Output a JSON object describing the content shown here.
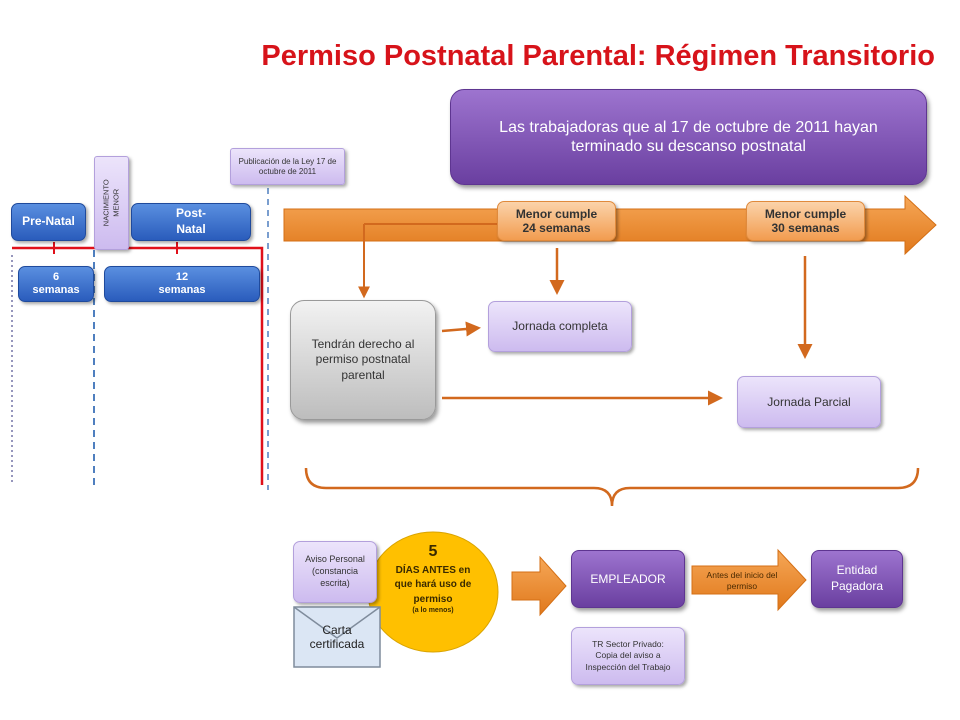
{
  "title": "Permiso Postnatal Parental: Régimen Transitorio",
  "header_box": "Las trabajadoras que al 17 de octubre de 2011 hayan terminado su descanso postnatal",
  "timeline": {
    "pre_natal": "Pre-Natal",
    "nacimiento": "NACIMIENTO MENOR",
    "post_natal": "Post-Natal",
    "pre_weeks": "6 semanas",
    "post_weeks": "12 semanas",
    "publicacion": "Publicación de la Ley 17 de octubre de 2011"
  },
  "milestones": {
    "m24": "Menor cumple 24 semanas",
    "m30": "Menor cumple 30 semanas"
  },
  "rights": "Tendrán derecho al permiso postnatal parental",
  "jornada_completa": "Jornada completa",
  "jornada_parcial": "Jornada Parcial",
  "process": {
    "aviso": "Aviso Personal (constancia escrita)",
    "carta": "Carta certificada",
    "dias_num": "5",
    "dias_text": "DÍAS ANTES en que hará uso de permiso",
    "dias_note": "(a lo menos)",
    "empleador": "EMPLEADOR",
    "antes": "Antes del inicio del permiso",
    "entidad": "Entidad Pagadora",
    "tr_sector": "TR Sector Privado: Copia del aviso a Inspección del Trabajo"
  },
  "colors": {
    "title": "#d7131a",
    "arrow_orange": "#e07a1f",
    "connector": "#d2691e",
    "purple": "#7b4fb3",
    "blue": "#2a5cbc",
    "yellow": "#ffc000",
    "red_line": "#e0101a",
    "dashed_blue": "#4f7fbf"
  }
}
